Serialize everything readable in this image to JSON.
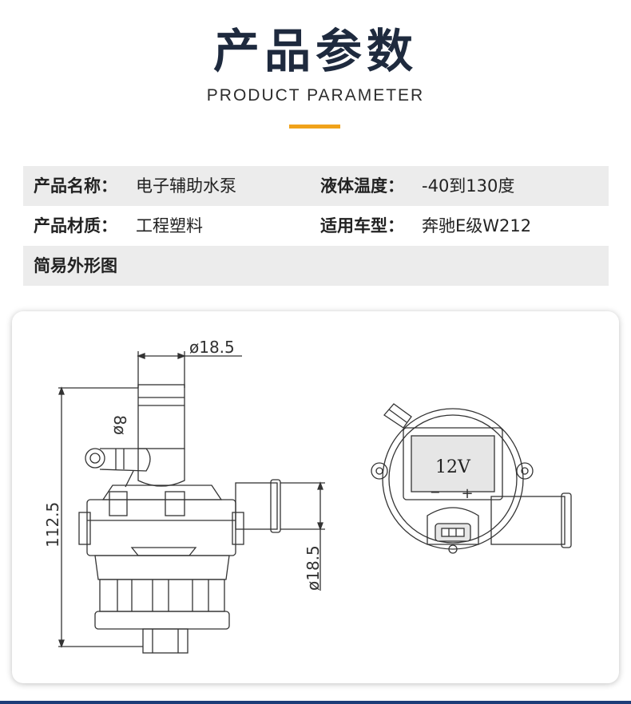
{
  "header": {
    "title": "产品参数",
    "subtitle": "PRODUCT PARAMETER",
    "accent_color": "#f0a21a"
  },
  "params": {
    "name_label": "产品名称：",
    "name_value": "电子辅助水泵",
    "temp_label": "液体温度：",
    "temp_value": "-40到130度",
    "material_label": "产品材质：",
    "material_value": "工程塑料",
    "model_label": "适用车型：",
    "model_value": "奔驰E级W212",
    "outline_label": "简易外形图"
  },
  "drawing": {
    "dim_top_pipe": "ø18.5",
    "dim_small_pipe": "8ø",
    "dim_height": "112.5",
    "dim_side_pipe": "ø18.5",
    "voltage": "12V",
    "minus": "−",
    "plus": "+"
  },
  "colors": {
    "title": "#1e2a3e",
    "row_shade": "#ececec",
    "bottom_line": "#1d3d78"
  }
}
